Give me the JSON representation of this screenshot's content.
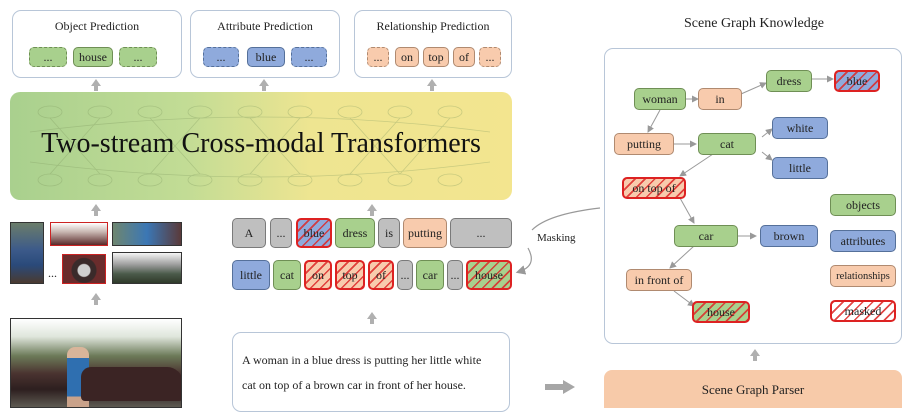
{
  "prediction_panels": [
    {
      "title": "Object Prediction",
      "tokens": [
        "...",
        "house",
        "..."
      ]
    },
    {
      "title": "Attribute Prediction",
      "tokens": [
        "...",
        "blue",
        "..."
      ]
    },
    {
      "title": "Relationship Prediction",
      "tokens": [
        "...",
        "on",
        "top",
        "of",
        "..."
      ]
    }
  ],
  "transformer_label": "Two-stream Cross-modal Transformers",
  "token_row1": [
    "A",
    "...",
    "blue",
    "dress",
    "is",
    "putting",
    "..."
  ],
  "token_row2": [
    "little",
    "cat",
    "on",
    "top",
    "of",
    "...",
    "car",
    "...",
    "house"
  ],
  "masking_label": "Masking",
  "sentence_line1": "A woman in a blue dress is putting her little white",
  "sentence_line2": "cat on top of a brown car in front of her house.",
  "scene_graph_title": "Scene Graph Knowledge",
  "graph_nodes": {
    "woman": "woman",
    "in": "in",
    "dress": "dress",
    "blue": "blue",
    "putting": "putting",
    "cat": "cat",
    "white": "white",
    "little": "little",
    "on_top_of": "on top of",
    "car": "car",
    "brown": "brown",
    "in_front_of": "in front of",
    "house": "house"
  },
  "legend": [
    "objects",
    "attributes",
    "relationships",
    "masked"
  ],
  "parser_label": "Scene Graph Parser",
  "image_region_ellipsis": "...",
  "colors": {
    "object": "#a8d08d",
    "attribute": "#8faadc",
    "relationship": "#f8cbad",
    "word": "#bfbfbf",
    "mask": "#dd2222",
    "transformer_left": "#a9d08e",
    "transformer_right": "#f3e58f",
    "parser": "#f7caa9"
  }
}
